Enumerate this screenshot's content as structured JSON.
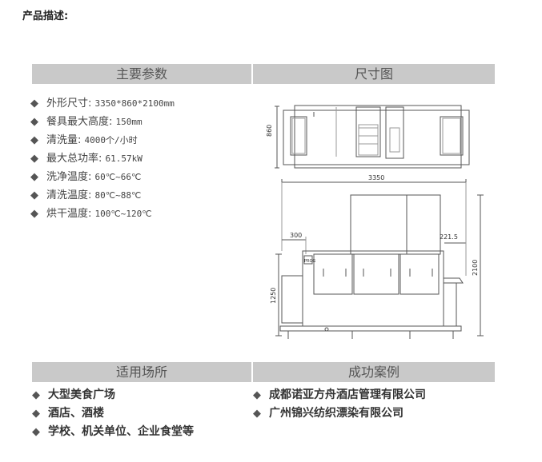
{
  "title": "产品描述:",
  "headers": {
    "specs": "主要参数",
    "drawing": "尺寸图",
    "venues": "适用场所",
    "cases": "成功案例"
  },
  "bullet": "◆",
  "specs": [
    {
      "label": "外形尺寸:",
      "value": "3350*860*2100mm"
    },
    {
      "label": "餐具最大高度:",
      "value": "150mm"
    },
    {
      "label": "清洗量:",
      "value": "4000个/小时"
    },
    {
      "label": "最大总功率:",
      "value": "61.57kW"
    },
    {
      "label": "洗净温度:",
      "value": "60℃~66℃"
    },
    {
      "label": "清洗温度:",
      "value": "80℃~88℃"
    },
    {
      "label": "烘干温度:",
      "value": "100℃~120℃"
    }
  ],
  "drawing": {
    "depth": "860",
    "length": "3350",
    "inlet": "300",
    "outlet": "221.5",
    "height_total": "2100",
    "height_table": "1250",
    "panel_label": "PRGG"
  },
  "venues": [
    "大型美食广场",
    "酒店、酒楼",
    "学校、机关单位、企业食堂等"
  ],
  "cases": [
    "成都诺亚方舟酒店管理有限公司",
    "广州锦兴纺织漂染有限公司"
  ]
}
